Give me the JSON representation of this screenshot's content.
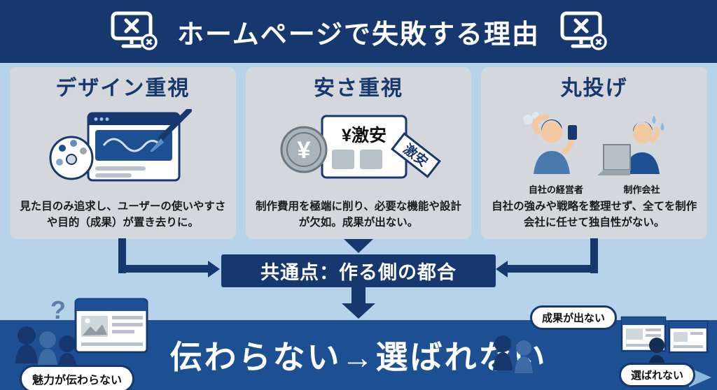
{
  "header": {
    "title": "ホームページで失敗する理由"
  },
  "cards": [
    {
      "title": "デザイン重視",
      "description": "見た目のみ追求し、ユーザーの使いやすさや目的（成果）が置き去りに。"
    },
    {
      "title": "安さ重視",
      "description": "制作費用を極端に削り、必要な機能や設計が欠如。成果が出ない。",
      "coin_symbol": "¥",
      "price_text": "¥激安",
      "ribbon_text": "激安"
    },
    {
      "title": "丸投げ",
      "description": "自社の強みや戦略を整理せず、全てを制作会社に任せて独自性がない。",
      "label_left": "自社の経営者",
      "label_right": "制作会社"
    }
  ],
  "common_box": {
    "text": "共通点：作る側の都合"
  },
  "banner": {
    "text": "伝わらない→選ばれない"
  },
  "callouts": {
    "left": "魅力が伝わらない",
    "right_top": "成果が出ない",
    "right_bottom": "選ばれない"
  },
  "colors": {
    "navy": "#17386e",
    "banner_blue": "#1d4f93",
    "sky_background": "#b7d3e9",
    "card_gray": "#d4d8dc"
  }
}
